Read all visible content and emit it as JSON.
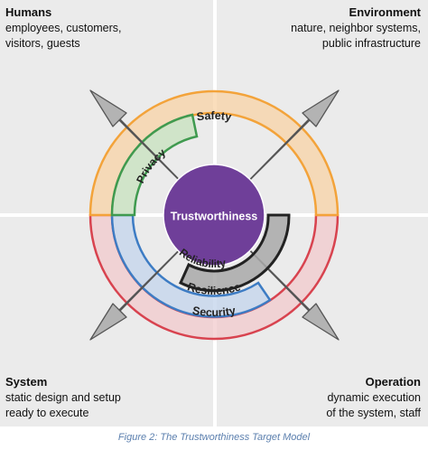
{
  "quadrants": {
    "humans": {
      "title": "Humans",
      "lines": [
        "employees, customers,",
        "visitors, guests"
      ]
    },
    "environment": {
      "title": "Environment",
      "lines": [
        "nature, neighbor systems,",
        "public infrastructure"
      ]
    },
    "system": {
      "title": "System",
      "lines": [
        "static design and setup",
        "ready to execute"
      ]
    },
    "operation": {
      "title": "Operation",
      "lines": [
        "dynamic execution",
        "of the system, staff"
      ]
    }
  },
  "rings": {
    "safety": "Safety",
    "privacy": "Privacy",
    "reliability": "Reliability",
    "resilience": "Resilience",
    "security": "Security"
  },
  "center": "Trustworthiness",
  "caption": "Figure 2: The Trustworthiness Target Model",
  "colors": {
    "safety": "#f3a33a",
    "privacy": "#3f9a4f",
    "reliability": "#222222",
    "resilience": "#3d7cc4",
    "security": "#d8434f",
    "center": "#6f3f99",
    "arrow": "#8a8a8a"
  }
}
